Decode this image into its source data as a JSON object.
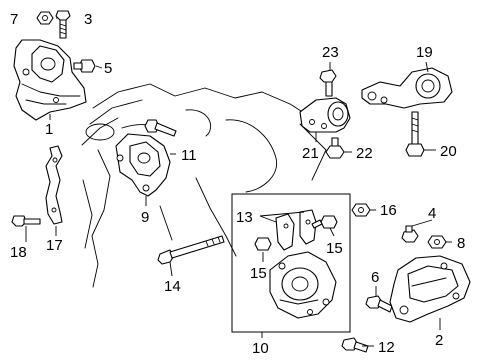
{
  "diagram": {
    "callouts": {
      "c1": "1",
      "c2": "2",
      "c3": "3",
      "c4": "4",
      "c5": "5",
      "c6": "6",
      "c7": "7",
      "c8": "8",
      "c9": "9",
      "c10": "10",
      "c11": "11",
      "c12": "12",
      "c13": "13",
      "c14": "14",
      "c15a": "15",
      "c15b": "15",
      "c16": "16",
      "c17": "17",
      "c18": "18",
      "c19": "19",
      "c20": "20",
      "c21": "21",
      "c22": "22",
      "c23": "23"
    }
  }
}
